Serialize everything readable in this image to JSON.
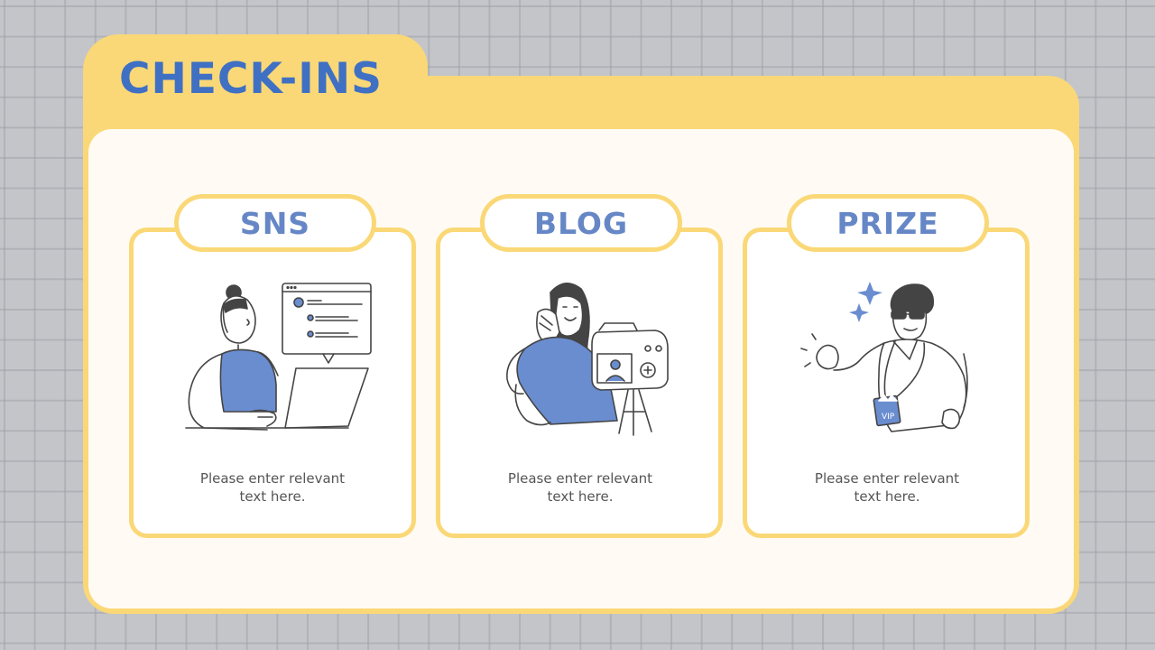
{
  "title": "CHECK-INS",
  "cards": [
    {
      "title": "SNS",
      "text": "Please enter relevant\ntext here."
    },
    {
      "title": "BLOG",
      "text": "Please enter relevant\ntext here."
    },
    {
      "title": "PRIZE",
      "text": "Please enter relevant\ntext here."
    }
  ],
  "illustrations": {
    "sns": "person-with-laptop-and-chat-window",
    "blog": "woman-waving-at-camera",
    "prize": "man-in-sunglasses-with-vip-badge",
    "badge_text": "VIP"
  },
  "colors": {
    "background": "#c4c5c9",
    "folder": "#fad877",
    "panel": "#fffbf4",
    "title": "#3f70c3",
    "card_title": "#6687c6",
    "accent_blue": "#6a8dd0",
    "text": "#555555"
  }
}
